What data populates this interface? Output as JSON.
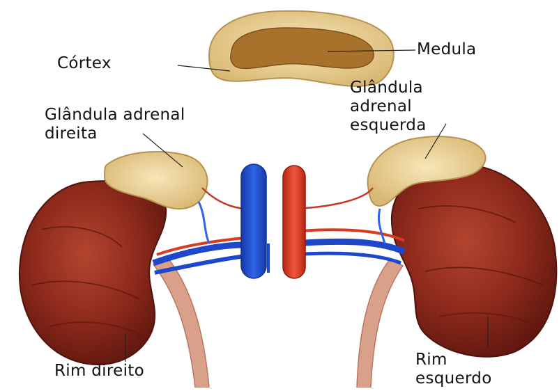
{
  "labels": {
    "cortex": "Córtex",
    "medula": "Medula",
    "adrenal_right": [
      "Glândula adrenal",
      "direita"
    ],
    "adrenal_left": [
      "Glândula",
      "adrenal",
      "esquerda"
    ],
    "kidney_right": "Rim direito",
    "kidney_left": [
      "Rim",
      "esquerdo"
    ]
  },
  "colors": {
    "kidney": "#8e2a1c",
    "adrenal": "#ecd39a",
    "medulla": "#a8722c",
    "vein": "#1f47c9",
    "artery": "#d83a22"
  }
}
